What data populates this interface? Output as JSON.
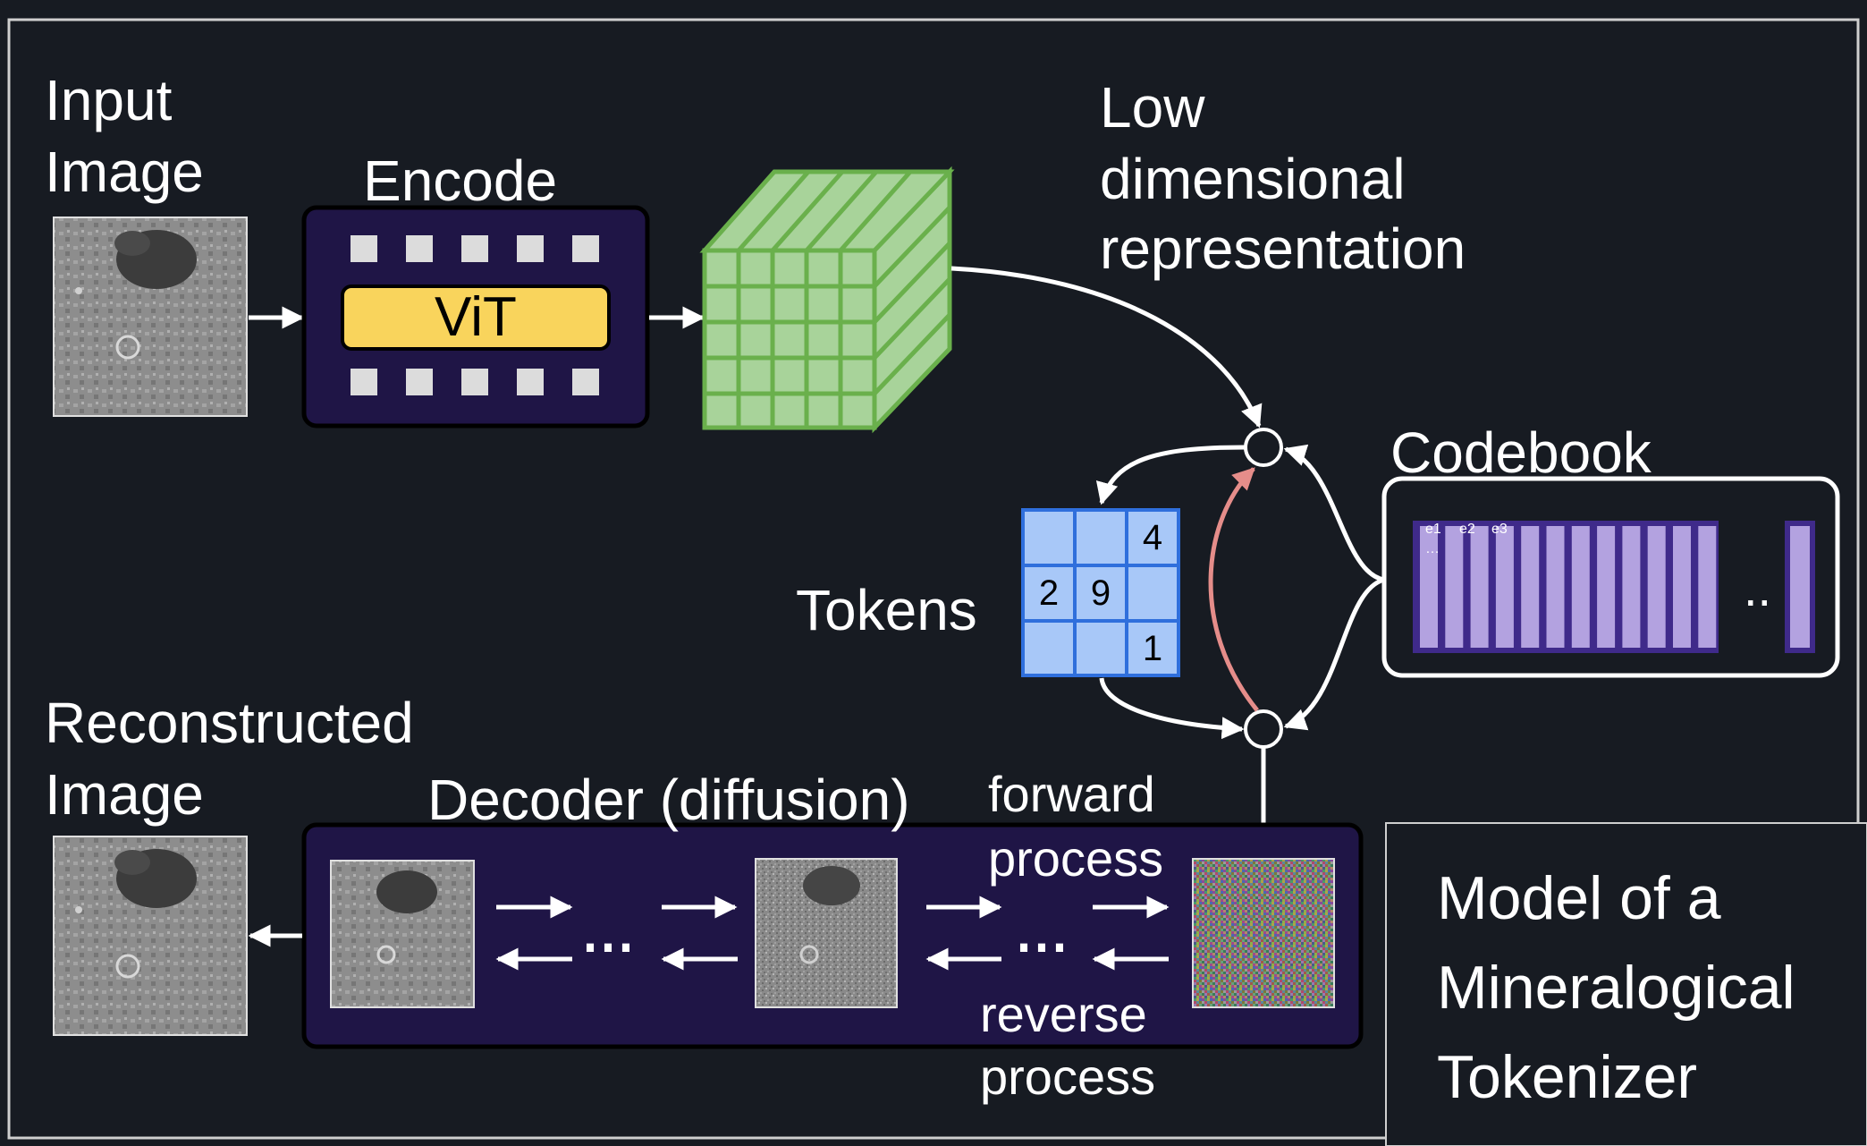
{
  "labels": {
    "input_image": [
      "Input",
      "Image"
    ],
    "encode": "Encode",
    "vit": "ViT",
    "low_dim": [
      "Low",
      "dimensional",
      "representation"
    ],
    "codebook": "Codebook",
    "codebook_entries": [
      "e1",
      "e2",
      "e3"
    ],
    "codebook_dots_inner": "…",
    "codebook_dots_outer": "..",
    "tokens": "Tokens",
    "token_values": [
      "",
      "",
      "4",
      "2",
      "9",
      "",
      "",
      "",
      "1"
    ],
    "reconstructed_image": [
      "Reconstructed",
      "Image"
    ],
    "decoder": "Decoder (diffusion)",
    "forward_process": [
      "forward",
      "process"
    ],
    "reverse_process": [
      "reverse",
      "process"
    ],
    "ellipsis": "⋯",
    "model_title": [
      "Model of a",
      "Mineralogical",
      "Tokenizer"
    ]
  },
  "colors": {
    "background": "#171b22",
    "box_fill": "#1f1546",
    "vit_fill": "#f9d45c",
    "cube_fill": "#a8d39a",
    "cube_stroke": "#6ab04c",
    "token_fill": "#a8c8f8",
    "token_stroke": "#2f6fdc",
    "codebook_fill": "#b3a2e0",
    "codebook_stroke": "#3f2a8a",
    "feedback_arrow": "#e58d8a"
  }
}
